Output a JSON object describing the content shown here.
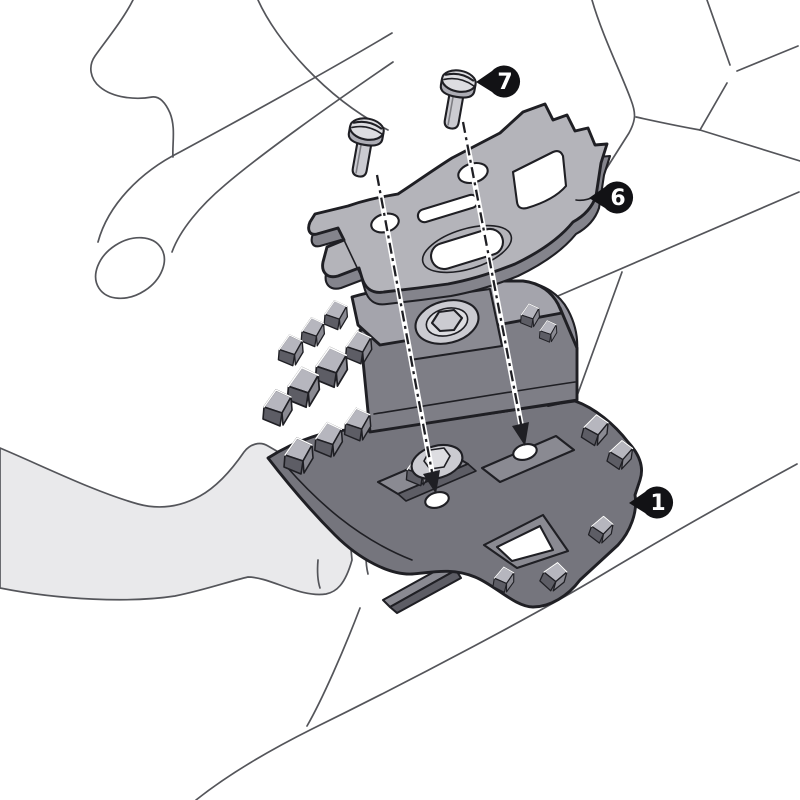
{
  "figure": {
    "type": "exploded-assembly-diagram",
    "subject": "footpeg adapter kit mounting illustration"
  },
  "callouts": [
    {
      "label": "7",
      "points_to": "pan-head-screw"
    },
    {
      "label": "6",
      "points_to": "adapter-plate"
    },
    {
      "label": "1",
      "points_to": "footpeg"
    }
  ],
  "parts": {
    "screws_shown": 2,
    "screw": "slotted pan-head screw",
    "adapter_plate": "serrated adapter bracket with two screw holes, slot and openings",
    "footpeg": "enduro footpeg with cleats, hex bolt, washer and two screw holes",
    "background": "motorcycle frame and brake-pedal outline"
  },
  "colors": {
    "outline": "#1f1f24",
    "sketch": "#54555a",
    "pedal": "#e9e9eb",
    "part-light": "#cbcbd1",
    "part-lighter": "#dddde1",
    "part-mid": "#adadb5",
    "bracket-top": "#b4b4ba",
    "bracket-side": "#84848c",
    "peg-top": "#a4a4ac",
    "peg-front": "#7e7e86",
    "peg-wall": "#90909a",
    "peg-plate": "#75757d",
    "peg-mid2": "#8a8a92",
    "peg-dark": "#5d5d65",
    "tooth-light": "#b6b6be",
    "callout-bg": "#121215",
    "callout-text": "#ffffff"
  }
}
